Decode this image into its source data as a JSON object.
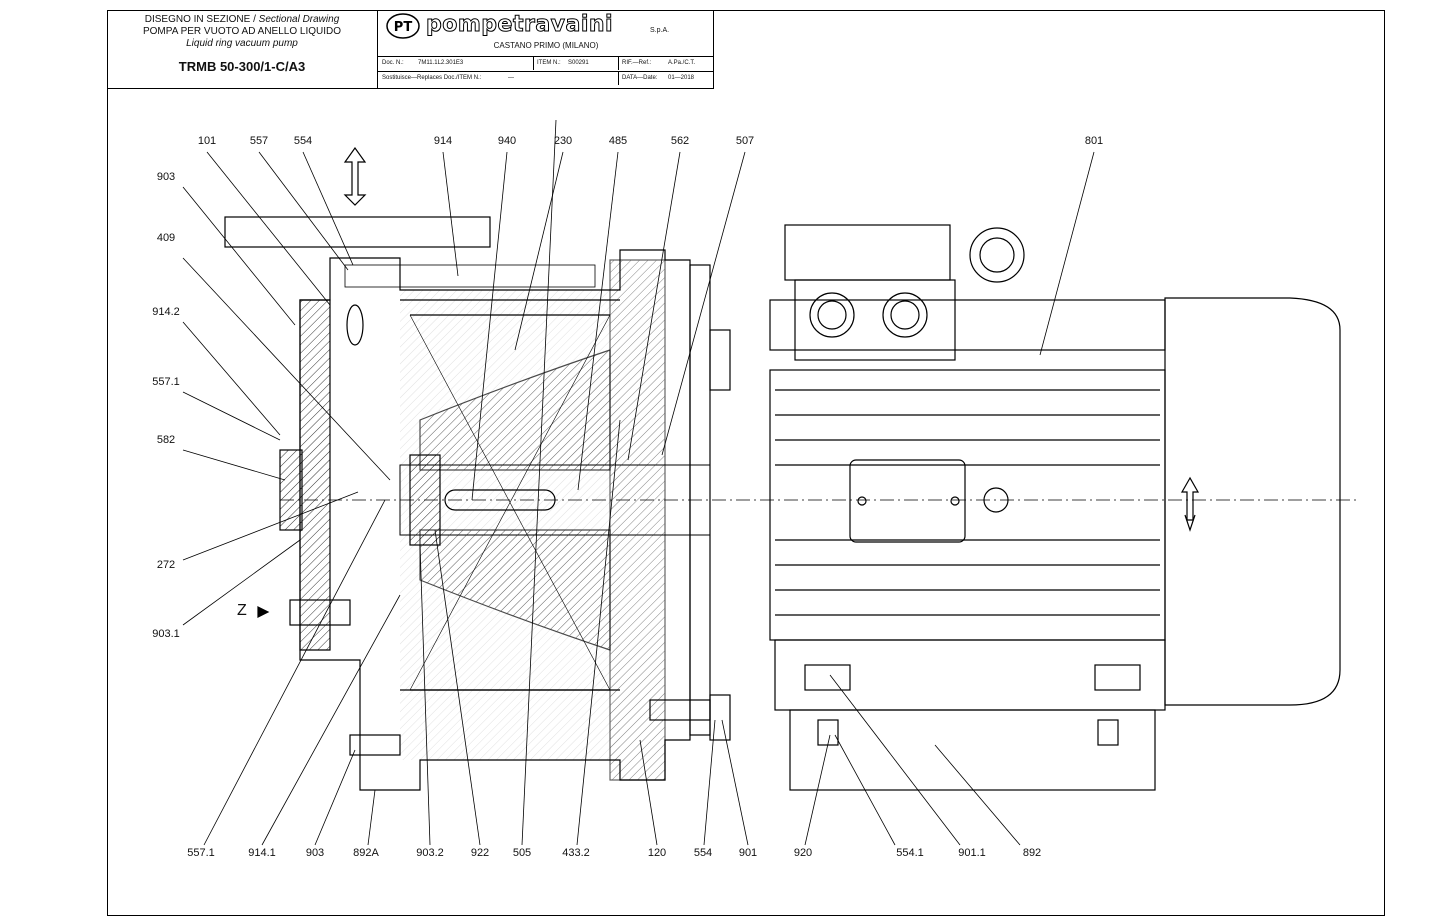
{
  "title_block": {
    "line1_it": "DISEGNO IN SEZIONE",
    "line1_sep": " / ",
    "line1_en": "Sectional Drawing",
    "line2": "POMPA PER VUOTO AD ANELLO LIQUIDO",
    "line3": "Liquid ring vacuum pump",
    "model": "TRMB 50-300/1-C/A3"
  },
  "company": {
    "name": "pompetravaini",
    "suffix": "S.p.A.",
    "city": "CASTANO PRIMO  (MILANO)"
  },
  "meta": {
    "doc_label": "Doc.  N.:",
    "doc_value": "7M11.1L2.301E3",
    "item_label": "ITEM  N.:",
    "item_value": "S00291",
    "rif_label": "RIF.—Ref.:",
    "rif_value": "A.Pa./C.T.",
    "replaces_label": "Sostituisce—Replaces  Doc./ITEM  N.:",
    "replaces_value": "—",
    "date_label": "DATA—Date:",
    "date_value": "01—2018"
  },
  "z_label": "Z",
  "parts_top": [
    "101",
    "557",
    "554",
    "914",
    "940",
    "230",
    "485",
    "562",
    "507",
    "801"
  ],
  "parts_left": [
    "903",
    "409",
    "914.2",
    "557.1",
    "582",
    "272",
    "903.1"
  ],
  "parts_bottom": [
    "557.1",
    "914.1",
    "903",
    "892A",
    "903.2",
    "922",
    "505",
    "433.2",
    "120",
    "554",
    "901",
    "920",
    "554.1",
    "901.1",
    "892"
  ]
}
